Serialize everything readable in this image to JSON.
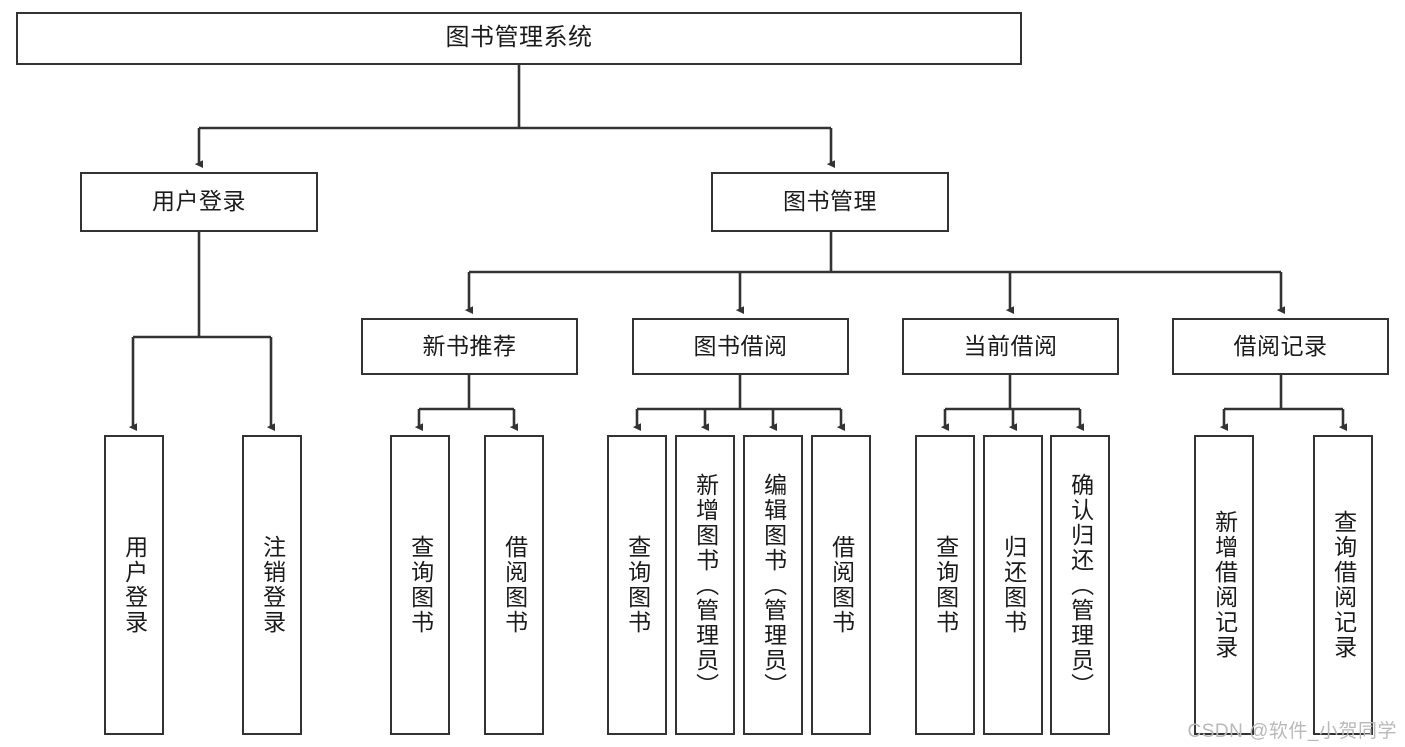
{
  "diagram": {
    "title": "图书管理系统",
    "watermark": "CSDN @软件_小贺同学",
    "colors": {
      "border": "#333333",
      "background": "#ffffff",
      "text": "#1b1b1b",
      "watermark": "#b9b9b9"
    }
  },
  "nodes": {
    "root": {
      "label": "图书管理系统"
    },
    "level1": [
      {
        "label": "用户登录"
      },
      {
        "label": "图书管理"
      }
    ],
    "level2": [
      {
        "label": "新书推荐"
      },
      {
        "label": "图书借阅"
      },
      {
        "label": "当前借阅"
      },
      {
        "label": "借阅记录"
      }
    ],
    "leaves": {
      "user_login": [
        {
          "label": "用户登录"
        },
        {
          "label": "注销登录"
        }
      ],
      "new_book": [
        {
          "label": "查询图书"
        },
        {
          "label": "借阅图书"
        }
      ],
      "book_borrow": [
        {
          "label": "查询图书"
        },
        {
          "label": "新增图书（管理员）"
        },
        {
          "label": "编辑图书（管理员）"
        },
        {
          "label": "借阅图书"
        }
      ],
      "current_borrow": [
        {
          "label": "查询图书"
        },
        {
          "label": "归还图书"
        },
        {
          "label": "确认归还（管理员）"
        }
      ],
      "borrow_record": [
        {
          "label": "新增借阅记录"
        },
        {
          "label": "查询借阅记录"
        }
      ]
    }
  }
}
